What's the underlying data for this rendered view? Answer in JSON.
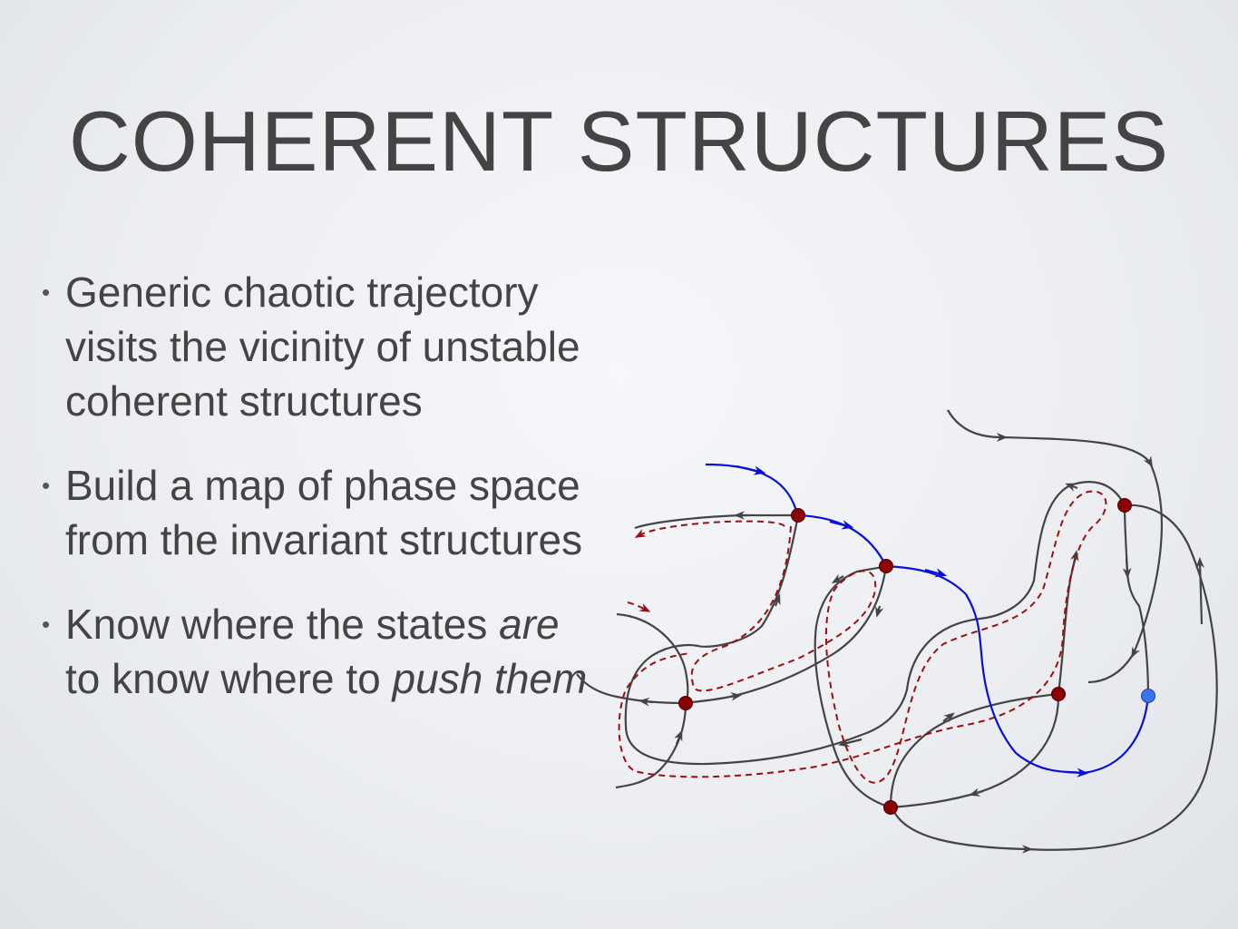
{
  "slide": {
    "title": "COHERENT STRUCTURES",
    "bullets": [
      {
        "text": "Generic chaotic trajectory visits the vicinity of unstable coherent structures"
      },
      {
        "text": "Build a map of phase space from the invariant structures"
      },
      {
        "parts": [
          "Know where the states ",
          "are",
          " to know where to ",
          "push them"
        ]
      }
    ]
  },
  "diagram": {
    "colors": {
      "manifold": "#444444",
      "trajectory": "#0a10d8",
      "dashed_orbit": "#9a1010",
      "fixed_point": "#8b0000",
      "start_point": "#3a73f0"
    },
    "fixed_points": [
      "fixed-point-1",
      "fixed-point-2",
      "fixed-point-3",
      "fixed-point-4",
      "fixed-point-5",
      "fixed-point-6"
    ],
    "start_point": "start-point"
  }
}
